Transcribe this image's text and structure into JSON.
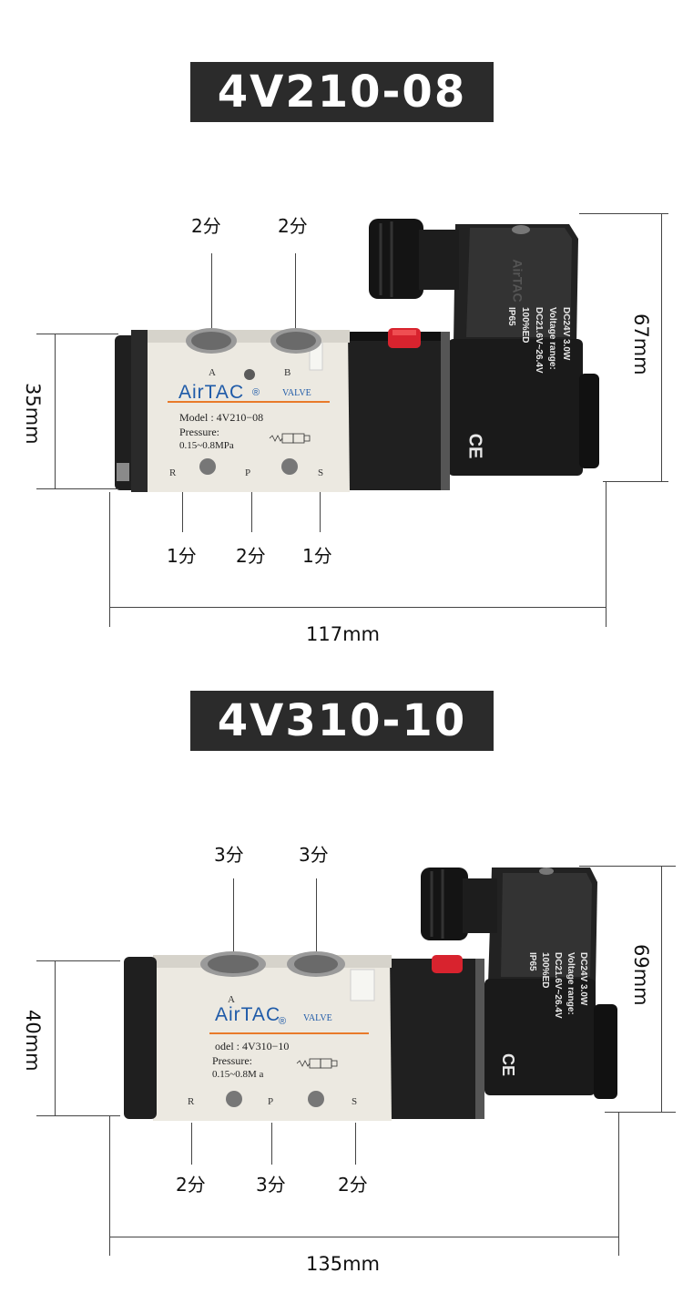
{
  "valve1": {
    "title": "4V210-08",
    "ports_top": [
      "2分",
      "2分"
    ],
    "ports_bottom": [
      "1分",
      "2分",
      "1分"
    ],
    "dim_height_body": "35mm",
    "dim_height_total": "67mm",
    "dim_length": "117mm",
    "body": {
      "brand": "AirTAC",
      "brand_mark": "®",
      "valve_word": "VALVE",
      "port_a": "A",
      "port_b": "B",
      "model": "Model : 4V210−08",
      "pressure_label": "Pressure:",
      "pressure_value": "0.15~0.8MPa",
      "port_r": "R",
      "port_p": "P",
      "port_s": "S"
    },
    "coil": {
      "line1": "DC24V  3.0W",
      "line2": "Voltage range:",
      "line3": "DC21.6V~26.4V",
      "line4": "100%ED",
      "line5": "IP65",
      "ce": "CE",
      "cap_brand": "AirTAC"
    }
  },
  "valve2": {
    "title": "4V310-10",
    "ports_top": [
      "3分",
      "3分"
    ],
    "ports_bottom": [
      "2分",
      "3分",
      "2分"
    ],
    "dim_height_body": "40mm",
    "dim_height_total": "69mm",
    "dim_length": "135mm",
    "body": {
      "brand": "AirTAC",
      "brand_mark": "®",
      "valve_word": "VALVE",
      "port_a": "A",
      "model": "odel : 4V310−10",
      "pressure_label": "Pressure:",
      "pressure_value": "0.15~0.8M a",
      "port_r": "R",
      "port_p": "P",
      "port_s": "S"
    },
    "coil": {
      "line1": "DC24V  3.0W",
      "line2": "Voltage range:",
      "line3": "DC21.6V~26.4V",
      "line4": "100%ED",
      "line5": "IP65",
      "ce": "CE"
    }
  },
  "colors": {
    "title_bg": "#2b2b2b",
    "brand_blue": "#1e5aa8",
    "accent_orange": "#e87a2a",
    "plug_red": "#d8232e"
  }
}
